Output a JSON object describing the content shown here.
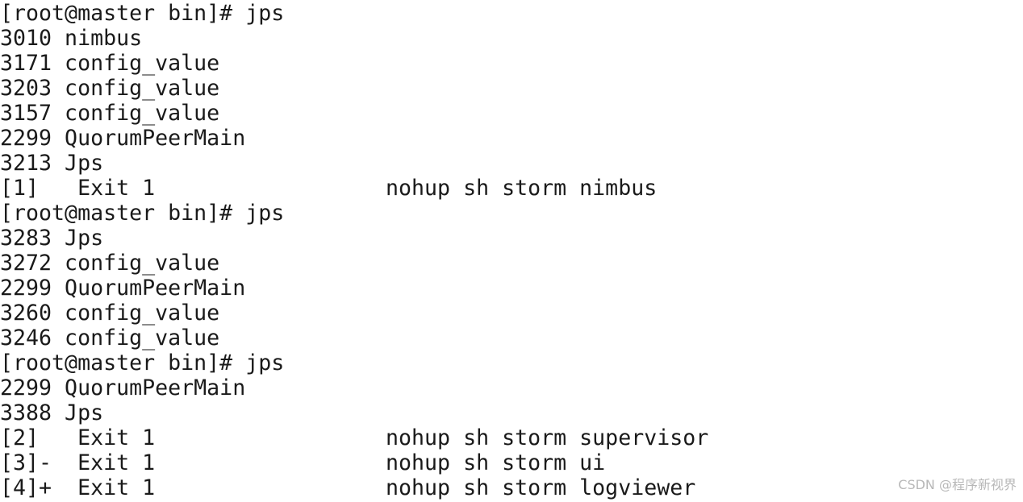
{
  "terminal": {
    "lines": [
      {
        "type": "text",
        "text": "[root@master bin]# jps"
      },
      {
        "type": "text",
        "text": "3010 nimbus"
      },
      {
        "type": "text",
        "text": "3171 config_value"
      },
      {
        "type": "text",
        "text": "3203 config_value"
      },
      {
        "type": "text",
        "text": "3157 config_value"
      },
      {
        "type": "text",
        "text": "2299 QuorumPeerMain"
      },
      {
        "type": "text",
        "text": "3213 Jps"
      },
      {
        "type": "job",
        "left": "[1]   Exit 1",
        "right": "nohup sh storm nimbus"
      },
      {
        "type": "text",
        "text": "[root@master bin]# jps"
      },
      {
        "type": "text",
        "text": "3283 Jps"
      },
      {
        "type": "text",
        "text": "3272 config_value"
      },
      {
        "type": "text",
        "text": "2299 QuorumPeerMain"
      },
      {
        "type": "text",
        "text": "3260 config_value"
      },
      {
        "type": "text",
        "text": "3246 config_value"
      },
      {
        "type": "text",
        "text": "[root@master bin]# jps"
      },
      {
        "type": "text",
        "text": "2299 QuorumPeerMain"
      },
      {
        "type": "text",
        "text": "3388 Jps"
      },
      {
        "type": "job",
        "left": "[2]   Exit 1",
        "right": "nohup sh storm supervisor"
      },
      {
        "type": "job",
        "left": "[3]-  Exit 1",
        "right": "nohup sh storm ui"
      },
      {
        "type": "job",
        "left": "[4]+  Exit 1",
        "right": "nohup sh storm logviewer"
      }
    ]
  },
  "watermark": {
    "text": "CSDN @程序新视界"
  }
}
